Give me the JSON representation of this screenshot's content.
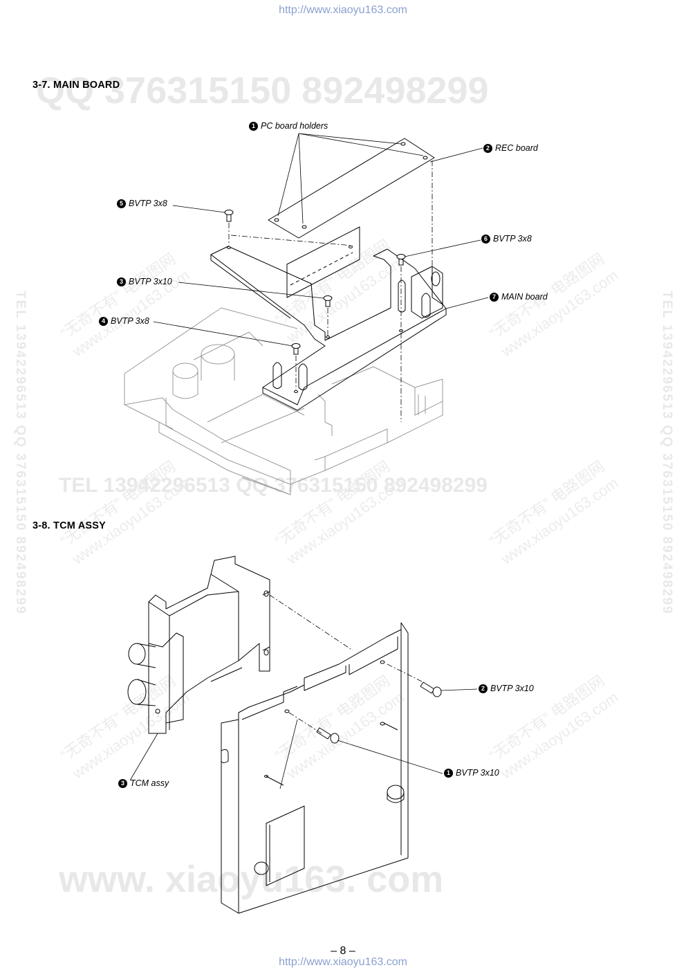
{
  "header": {
    "url": "http://www.xiaoyu163.com"
  },
  "footer": {
    "url": "http://www.xiaoyu163.com",
    "page_number": "– 8 –"
  },
  "sections": [
    {
      "title": "3-7. MAIN BOARD",
      "callouts": [
        {
          "num": "1",
          "label": "PC board holders"
        },
        {
          "num": "2",
          "label": "REC board"
        },
        {
          "num": "5",
          "label": "BVTP 3x8"
        },
        {
          "num": "6",
          "label": "BVTP 3x8"
        },
        {
          "num": "3",
          "label": "BVTP 3x10"
        },
        {
          "num": "7",
          "label": "MAIN board"
        },
        {
          "num": "4",
          "label": "BVTP 3x8"
        }
      ]
    },
    {
      "title": "3-8. TCM ASSY",
      "callouts": [
        {
          "num": "2",
          "label": "BVTP 3x10"
        },
        {
          "num": "1",
          "label": "BVTP 3x10"
        },
        {
          "num": "3",
          "label": "TCM assy"
        }
      ]
    }
  ],
  "watermarks": {
    "qq_line": "QQ 376315150   892498299",
    "tel_line": "TEL 13942296513   QQ 376315150   892498299",
    "www_line": "www. xiaoyu163. com",
    "diag_cn": "“无奇不有” 电路图网",
    "diag_url": "www.xiaoyu163.com",
    "vertical": "TEL 13942296513 QQ 376315150 892498299"
  }
}
